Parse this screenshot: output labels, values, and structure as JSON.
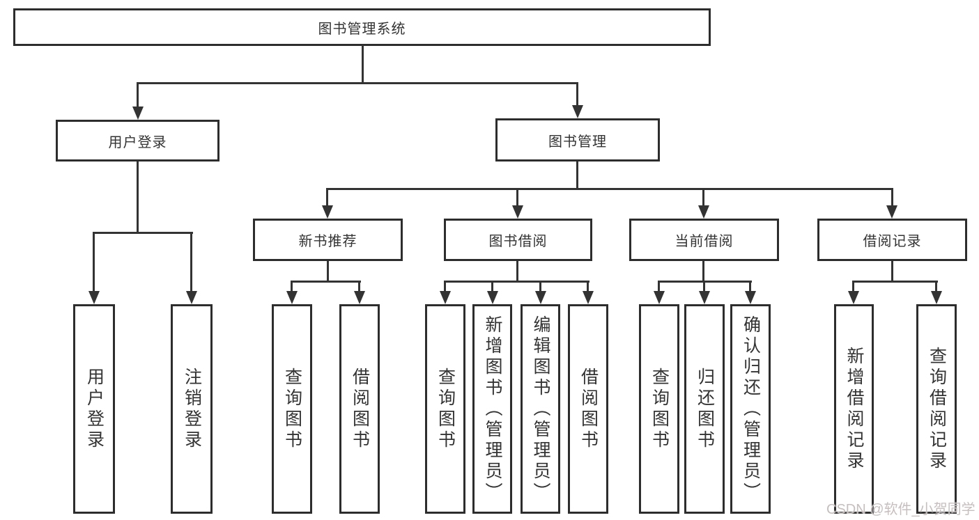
{
  "tree": {
    "root": {
      "label": "图书管理系统"
    },
    "branches": [
      {
        "label": "用户登录",
        "children": [
          {
            "label": "用户登录"
          },
          {
            "label": "注销登录"
          }
        ]
      },
      {
        "label": "图书管理",
        "children": [
          {
            "label": "新书推荐",
            "children": [
              {
                "label": "查询图书"
              },
              {
                "label": "借阅图书"
              }
            ]
          },
          {
            "label": "图书借阅",
            "children": [
              {
                "label": "查询图书"
              },
              {
                "label": "新增图书（管理员）"
              },
              {
                "label": "编辑图书（管理员）"
              },
              {
                "label": "借阅图书"
              }
            ]
          },
          {
            "label": "当前借阅",
            "children": [
              {
                "label": "查询图书"
              },
              {
                "label": "归还图书"
              },
              {
                "label": "确认归还（管理员）"
              }
            ]
          },
          {
            "label": "借阅记录",
            "children": [
              {
                "label": "新增借阅记录"
              },
              {
                "label": "查询借阅记录"
              }
            ]
          }
        ]
      }
    ]
  },
  "watermark": "CSDN @软件_小贺同学",
  "colors": {
    "line": "#333333",
    "box_border": "#2d2d2d",
    "text": "#333333",
    "background": "#ffffff",
    "watermark": "#c7bfbf"
  }
}
